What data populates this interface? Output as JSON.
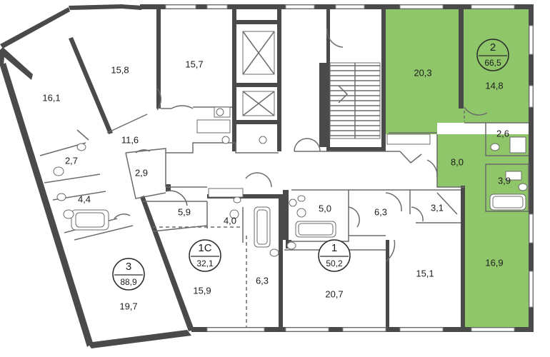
{
  "colors": {
    "highlight": "#8fc66a",
    "wall": "#4a4a4a",
    "line": "#6b6b6b",
    "background": "#ffffff"
  },
  "apartments": {
    "apt2": {
      "number": "2",
      "area": "66,5",
      "highlighted": true
    },
    "apt3": {
      "number": "3",
      "area": "88,9",
      "highlighted": false
    },
    "apt1": {
      "number": "1",
      "area": "50,2",
      "highlighted": false
    },
    "apt1c": {
      "number": "1С",
      "area": "32,1",
      "highlighted": false
    }
  },
  "rooms": {
    "r16_1": "16,1",
    "r15_8": "15,8",
    "r15_7": "15,7",
    "r20_3": "20,3",
    "r14_8": "14,8",
    "r11_6": "11,6",
    "r2_7a": "2,7",
    "r2_9": "2,9",
    "r4_4": "4,4",
    "r2_6": "2,6",
    "r8_0": "8,0",
    "r3_9": "3,9",
    "r5_9": "5,9",
    "r4_0": "4,0",
    "r5_0": "5,0",
    "r6_3a": "6,3",
    "r3_1": "3,1",
    "r16_9": "16,9",
    "r15_9": "15,9",
    "r6_3b": "6,3",
    "r20_7": "20,7",
    "r15_1": "15,1",
    "r19_7": "19,7"
  }
}
